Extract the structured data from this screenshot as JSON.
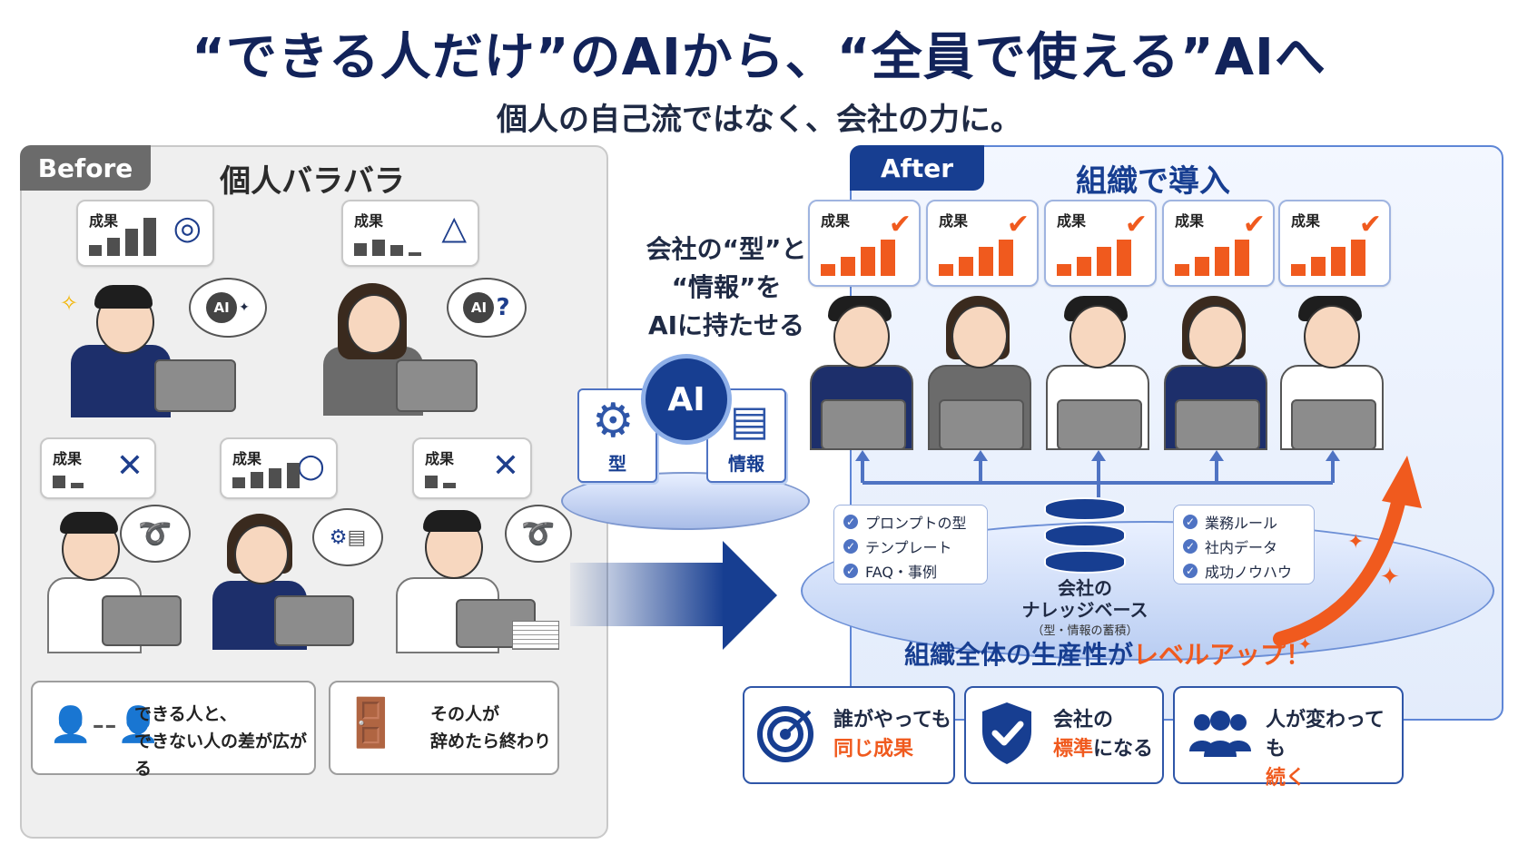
{
  "title": "“できる人だけ”のAIから、“全員で使える”AIへ",
  "subtitle": "個人の自己流ではなく、会社の力に。",
  "before": {
    "tag": "Before",
    "title": "個人バラバラ",
    "result_label": "成果",
    "cards": [
      {
        "mark": "◎",
        "bars": [
          0.25,
          0.45,
          0.65,
          0.95
        ]
      },
      {
        "mark": "△",
        "bars": [
          0.35,
          0.45,
          0.25,
          0.1
        ]
      },
      {
        "mark": "✕",
        "bars": [
          0.3,
          0.15
        ]
      },
      {
        "mark": "○",
        "bars": [
          0.3,
          0.45,
          0.55,
          0.65
        ]
      },
      {
        "mark": "✕",
        "bars": [
          0.3,
          0.15
        ]
      }
    ],
    "bubble_ai": "AI",
    "bubble_ai_q": "AI?",
    "notes": [
      {
        "line1": "できる人と、",
        "line2": "できない人の差が広がる"
      },
      {
        "line1": "その人が",
        "line2": "辞めたら終わり"
      }
    ]
  },
  "center": {
    "line1": "会社の“型”と",
    "line2": "“情報”を",
    "line3": "AIに持たせる",
    "ai_label": "AI",
    "book_left": "型",
    "book_right": "情報"
  },
  "after": {
    "tag": "After",
    "title": "組織で導入",
    "result_label": "成果",
    "card_count_bars": [
      0.3,
      0.5,
      0.75,
      0.95
    ],
    "knowledge_left": [
      "プロンプトの型",
      "テンプレート",
      "FAQ・事例"
    ],
    "knowledge_right": [
      "業務ルール",
      "社内データ",
      "成功ノウハウ"
    ],
    "kb_name_line1": "会社の",
    "kb_name_line2": "ナレッジベース",
    "kb_note": "（型・情報の蓄積）",
    "levelup_prefix": "組織全体の生産性が",
    "levelup_emph": "レベルアップ！",
    "benefits": [
      {
        "line1": "誰がやっても",
        "emph": "同じ成果",
        "suffix": ""
      },
      {
        "line1": "会社の",
        "emph": "標準",
        "suffix": "になる"
      },
      {
        "line1": "人が変わっても",
        "emph": "続く",
        "suffix": ""
      }
    ]
  },
  "colors": {
    "navy": "#173e91",
    "orange": "#f05a1e",
    "gray": "#4f4f4f"
  }
}
